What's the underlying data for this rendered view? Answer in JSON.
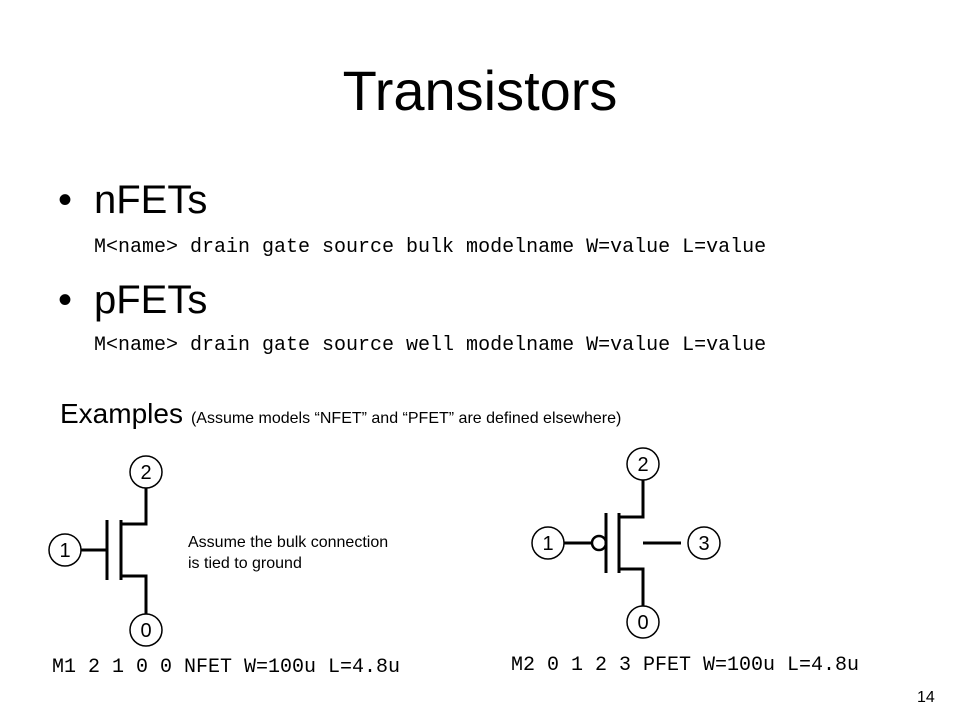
{
  "title": "Transistors",
  "bullets": [
    {
      "label": "nFETs",
      "syntax": "M<name> drain gate source bulk modelname W=value L=value"
    },
    {
      "label": "pFETs",
      "syntax": "M<name> drain gate source well modelname W=value L=value"
    }
  ],
  "bullet_glyph": "•",
  "examples": {
    "heading": "Examples",
    "note": "(Assume models “NFET” and “PFET” are defined elsewhere)"
  },
  "nfet": {
    "nodes": {
      "drain": "2",
      "gate": "1",
      "source": "0"
    },
    "comment_lines": [
      "Assume the bulk connection",
      "is tied to ground"
    ],
    "code": "M1 2 1 0 0 NFET W=100u L=4.8u"
  },
  "pfet": {
    "nodes": {
      "drain": "2",
      "gate": "1",
      "source": "0",
      "well": "3"
    },
    "code": "M2 0 1 2 3 PFET W=100u L=4.8u"
  },
  "page_number": "14",
  "colors": {
    "ink": "#000000",
    "background": "#ffffff"
  }
}
